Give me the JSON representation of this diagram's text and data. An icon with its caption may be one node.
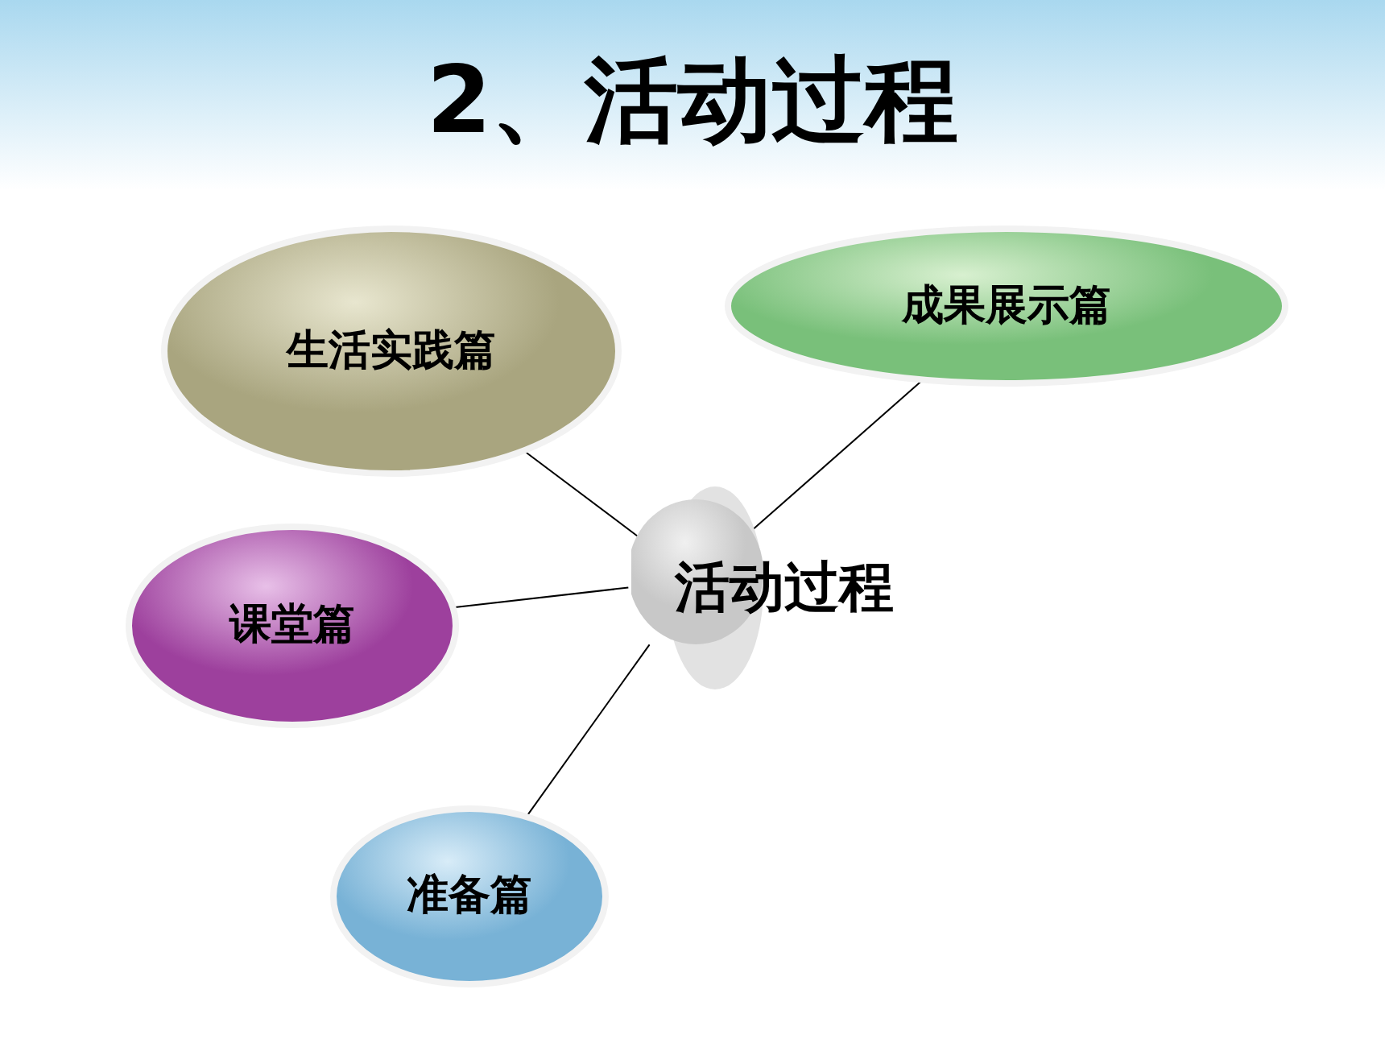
{
  "diagram": {
    "title": "2、活动过程",
    "nodes": [
      {
        "text": [
          "活动过程"
        ]
      },
      {
        "text": [
          "生活实践篇"
        ]
      },
      {
        "text": [
          "成果展示篇"
        ]
      },
      {
        "text": [
          "课堂篇"
        ]
      },
      {
        "text": [
          "准备篇"
        ]
      }
    ],
    "edges": [
      {
        "from": 0,
        "to": 1,
        "arrow": "none"
      },
      {
        "from": 0,
        "to": 2,
        "arrow": "none"
      },
      {
        "from": 0,
        "to": 3,
        "arrow": "none"
      },
      {
        "from": 0,
        "to": 4,
        "arrow": "none"
      }
    ]
  }
}
